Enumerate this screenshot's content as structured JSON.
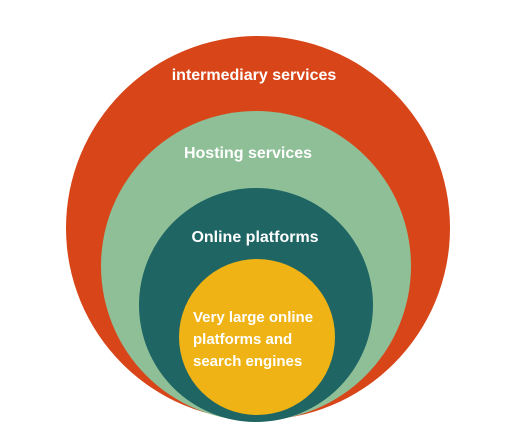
{
  "diagram": {
    "layers": [
      {
        "id": "intermediary",
        "label_lines": [
          "intermediary services"
        ],
        "color": "#d84519"
      },
      {
        "id": "hosting",
        "label_lines": [
          "Hosting services"
        ],
        "color": "#8fbf97"
      },
      {
        "id": "online",
        "label_lines": [
          "Online platforms"
        ],
        "color": "#1e6564"
      },
      {
        "id": "vlop",
        "label_lines": [
          "Very large online",
          "platforms and",
          "search engines"
        ],
        "color": "#efb315"
      }
    ]
  }
}
